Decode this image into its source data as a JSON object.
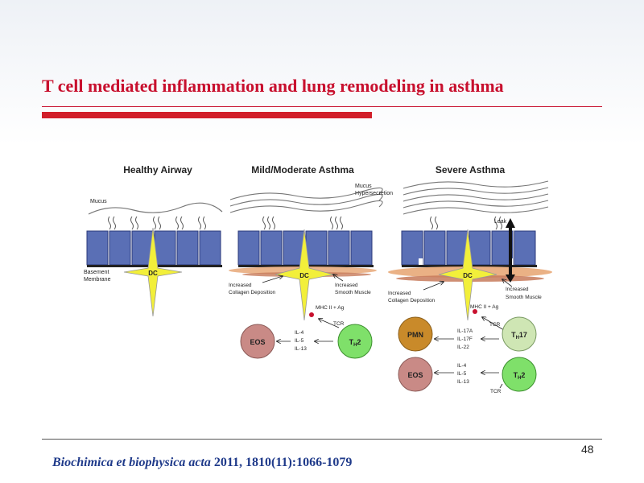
{
  "slide": {
    "title": "T cell mediated inflammation and lung remodeling in asthma",
    "page_number": "48",
    "citation_journal": "Biochimica et biophysica acta",
    "citation_details": " 2011, 1810(11):1066-1079"
  },
  "figure": {
    "panels": [
      {
        "title": "Healthy Airway"
      },
      {
        "title": "Mild/Moderate Asthma"
      },
      {
        "title": "Severe Asthma"
      }
    ],
    "labels": {
      "mucus": "Mucus",
      "mucus_hyper_1": "Mucus",
      "mucus_hyper_2": "Hypersecretion",
      "basement_1": "Basement",
      "basement_2": "Membrane",
      "dc": "DC",
      "collagen_1": "Increased",
      "collagen_2": "Collagen Deposition",
      "smooth_1": "Increased",
      "smooth_2": "Smooth Muscle",
      "mhc": "MHC II + Ag",
      "tcr": "TCR",
      "leak": "Leak",
      "eos": "EOS",
      "pmn": "PMN",
      "th2_main": "T",
      "th2_sub": "H",
      "th2_suffix": "2",
      "th17_suffix": "17",
      "il4": "IL-4",
      "il5": "IL-5",
      "il13": "IL-13",
      "il17a": "IL-17A",
      "il17f": "IL-17F",
      "il22": "IL-22"
    },
    "colors": {
      "epithelium": "#5a6fb5",
      "dc": "#f2ef3a",
      "eos": "#c98a86",
      "pmn": "#c98a2a",
      "th2": "#7fe06a",
      "th17": "#cfe6b4",
      "collagen": "#c77a5a",
      "smooth_muscle": "#e8a878"
    }
  }
}
